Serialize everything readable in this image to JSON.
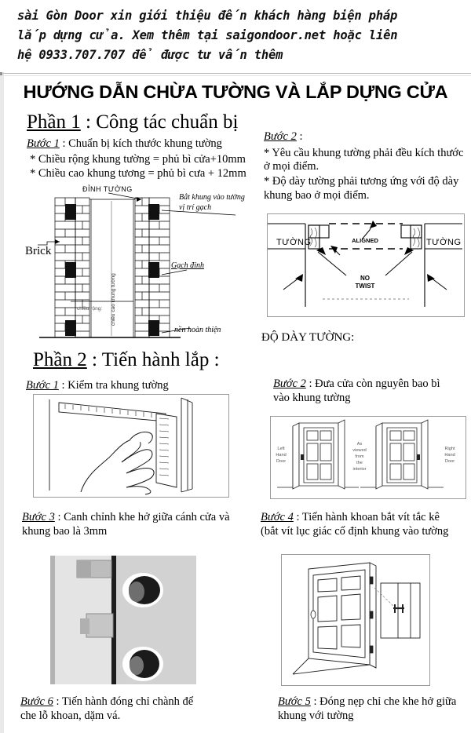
{
  "promo": {
    "lines": [
      "sài Gòn Door xin giới thiệu đến khách hàng biện pháp",
      "lắp dựng cửa. Xem thêm tại saigondoor.net hoặc liên",
      "hệ 0933.707.707 để được tư vấn thêm"
    ]
  },
  "title": "HƯỚNG DẪN CHỪA TƯỜNG VÀ LẮP DỰNG CỬA",
  "part1": {
    "heading_underlined": "Phần 1",
    "heading_rest": " : Công tác chuẩn bị",
    "step1": {
      "label": "Bước 1",
      "text": " : Chuẩn bị kích thước khung tường",
      "bullets": [
        "* Chiều rộng khung tường = phủ bì cửa+10mm",
        "* Chiều cao khung tương = phủ bì cưa + 12mm"
      ]
    },
    "step2": {
      "label": "Bước 2",
      "text": " :",
      "bullets": [
        "*  Yêu cầu khung tường phải đều kích thước",
        "ở mọi điểm.",
        "* Độ dày tường phải tương ứng với độ dày",
        "khung bao ở mọi điểm."
      ]
    },
    "wall_figure": {
      "top_label": "ĐỈNH TƯỜNG",
      "brick_label": "Brick",
      "gach_dinh_label": "Gạch đinh",
      "nen_label": "nền hoàn thiện",
      "anchor_note_line1": "Bắt khung vào tường",
      "anchor_note_line2": "vị trí gạch",
      "height_dim": "chiều cao khung tường",
      "width_dim": "chiều rộng:"
    },
    "thickness_figure": {
      "left_label": "TƯỜNG",
      "right_label": "TƯỜNG",
      "aligned_label": "ALIGNED",
      "no_twist_label": "NO TWIST",
      "caption": "ĐỘ DÀY TƯỜNG:"
    }
  },
  "part2": {
    "heading_underlined": "Phần 2",
    "heading_rest": " : Tiến hành lắp :",
    "step1": {
      "label": "Bước 1",
      "text": " : Kiểm tra khung tường"
    },
    "step2": {
      "label": "Bước 2",
      "text": " : Đưa cửa còn nguyên bao bì",
      "line2": "vào khung tường",
      "door_figure": {
        "left": "Left\nHand\nDoor",
        "center": "As\nviewed\nfrom\nthe\ninterior",
        "right": "Right\nHand\nDoor"
      }
    },
    "step3": {
      "label": "Bước 3",
      "text": " : Canh chỉnh khe hở giữa cánh cửa và",
      "line2": "khung bao là 3mm"
    },
    "step4": {
      "label": "Bước 4",
      "text": " : Tiến hành khoan bắt vít tắc kê",
      "line2": "(bắt vít lục giác cố định khung vào tường"
    },
    "step5": {
      "label": "Bước 5",
      "text": " : Đóng nẹp chỉ che khe hở giữa",
      "line2": "khung với tường"
    },
    "step6": {
      "label": "Bước 6",
      "text": " : Tiến hành đóng chỉ chành để",
      "line2": "che lỗ khoan, dặm vá."
    }
  },
  "colors": {
    "ink": "#000000",
    "frame": "#9a9a9a",
    "photo_gray": "#cfcfcf",
    "promo_rule": "#b9b9b9"
  }
}
